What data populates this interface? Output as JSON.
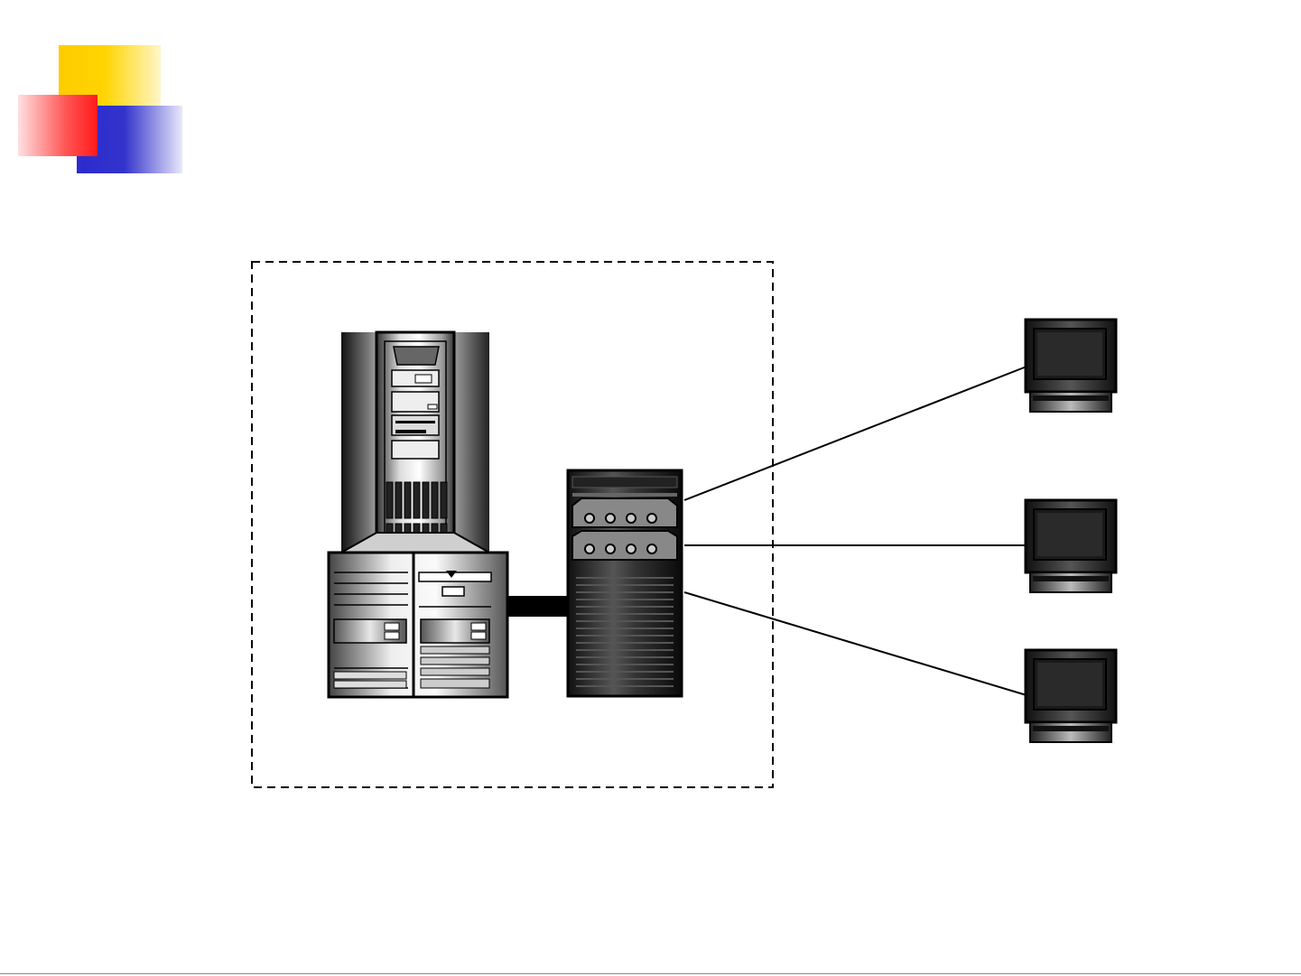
{
  "slide": {
    "title": "",
    "accent_colors": {
      "yellow": "#ffcc00",
      "red": "#ff2a2a",
      "blue": "#3333cc"
    }
  },
  "diagram": {
    "nodes": [
      {
        "id": "tower-server",
        "icon": "server-tower-icon"
      },
      {
        "id": "rack-server",
        "icon": "rack-server-icon"
      },
      {
        "id": "terminal-1",
        "icon": "terminal-icon"
      },
      {
        "id": "terminal-2",
        "icon": "terminal-icon"
      },
      {
        "id": "terminal-3",
        "icon": "terminal-icon"
      }
    ],
    "edges": [
      {
        "from": "tower-server",
        "to": "rack-server",
        "style": "thick"
      },
      {
        "from": "rack-server",
        "to": "terminal-1",
        "style": "thin"
      },
      {
        "from": "rack-server",
        "to": "terminal-2",
        "style": "thin"
      },
      {
        "from": "rack-server",
        "to": "terminal-3",
        "style": "thin"
      }
    ],
    "group": {
      "members": [
        "tower-server",
        "rack-server"
      ],
      "border": "dashed"
    }
  }
}
